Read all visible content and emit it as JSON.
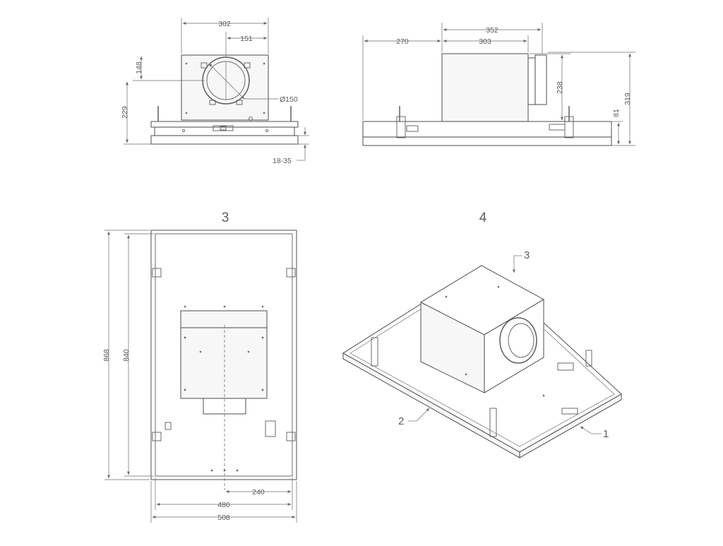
{
  "diagram": {
    "front_view": {
      "dims": {
        "width_box": "302",
        "half_width": "151",
        "duct_depth": "148",
        "height_total": "229",
        "duct_diameter": "Ø150",
        "adjust_range": "18-35"
      }
    },
    "side_view": {
      "dims": {
        "offset": "270",
        "box_length": "352",
        "box_inner": "303",
        "box_height": "238",
        "total_height": "319",
        "frame_height": "81"
      }
    },
    "top_view": {
      "label": "3",
      "dims": {
        "outer_length": "868",
        "inner_length": "840",
        "center_offset": "240",
        "inner_width": "480",
        "outer_width": "508"
      }
    },
    "iso_view": {
      "label": "4",
      "callouts": {
        "arrow_3": "3",
        "part_1": "1",
        "part_2": "2"
      }
    }
  }
}
